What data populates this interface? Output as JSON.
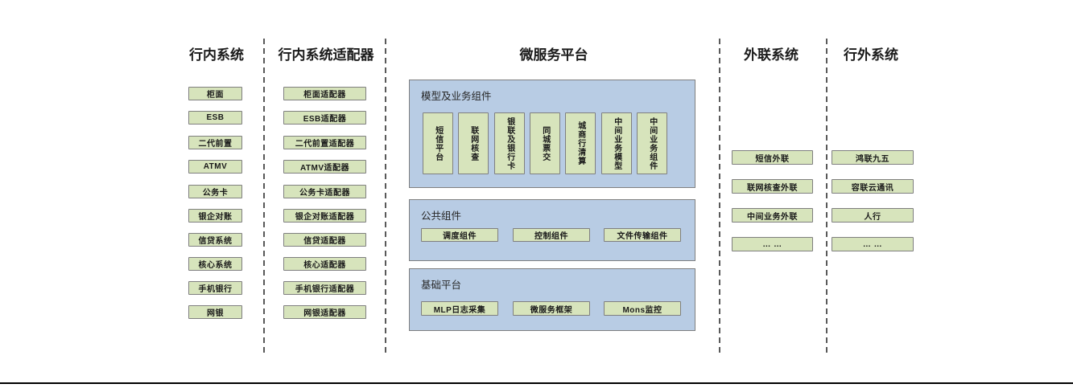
{
  "colors": {
    "green_fill": "#d7e4bc",
    "green_border": "#7f7f7f",
    "blue_fill": "#b8cce4",
    "blue_border": "#7f7f7f",
    "sep_color": "#595959"
  },
  "cols": {
    "internal": {
      "title": "行内系统",
      "items": [
        "柜面",
        "ESB",
        "二代前置",
        "ATMV",
        "公务卡",
        "银企对账",
        "信贷系统",
        "核心系统",
        "手机银行",
        "网银"
      ]
    },
    "adapters": {
      "title": "行内系统适配器",
      "items": [
        "柜面适配器",
        "ESB适配器",
        "二代前置适配器",
        "ATMV适配器",
        "公务卡适配器",
        "银企对账适配器",
        "信贷适配器",
        "核心适配器",
        "手机银行适配器",
        "网银适配器"
      ]
    },
    "platform": {
      "title": "微服务平台",
      "model_group": {
        "title": "模型及业务组件",
        "items": [
          "短信平台",
          "联网核查",
          "银联及银行卡",
          "同城票交",
          "城商行清算",
          "中间业务模型",
          "中间业务组件"
        ]
      },
      "common_group": {
        "title": "公共组件",
        "items": [
          "调度组件",
          "控制组件",
          "文件传输组件"
        ]
      },
      "base_group": {
        "title": "基础平台",
        "items": [
          "MLP日志采集",
          "微服务框架",
          "Mons监控"
        ]
      }
    },
    "outreach": {
      "title": "外联系统",
      "items": [
        "短信外联",
        "联网核查外联",
        "中间业务外联",
        "… …"
      ]
    },
    "external": {
      "title": "行外系统",
      "items": [
        "鸿联九五",
        "容联云通讯",
        "人行",
        "… …"
      ]
    }
  }
}
